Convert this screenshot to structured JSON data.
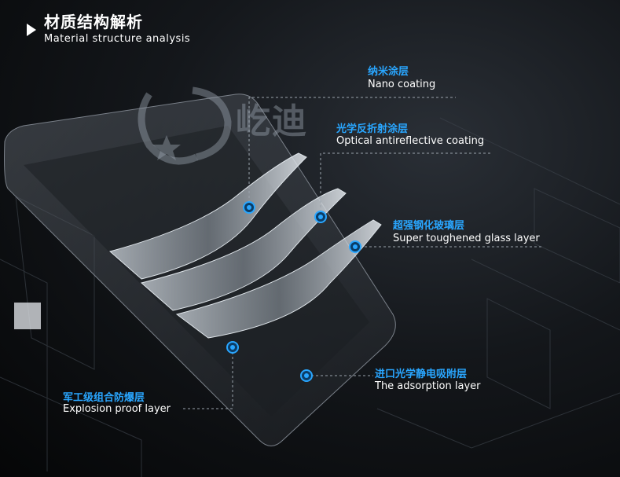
{
  "heading": {
    "title_zh": "材质结构解析",
    "title_en": "Material structure analysis"
  },
  "brand": {
    "logo_text": "屹迪"
  },
  "layers": [
    {
      "zh": "纳米涂层",
      "en": "Nano coating"
    },
    {
      "zh": "光学反折射涂层",
      "en": "Optical antireflective coating"
    },
    {
      "zh": "超强钢化玻璃层",
      "en": "Super toughened glass layer"
    },
    {
      "zh": "进口光学静电吸附层",
      "en": "The adsorption layer"
    },
    {
      "zh": "军工级组合防爆层",
      "en": "Explosion proof layer"
    }
  ],
  "colors": {
    "accent_blue": "#29a6ff",
    "text_white": "#ffffff",
    "background": "#0b0d10"
  }
}
